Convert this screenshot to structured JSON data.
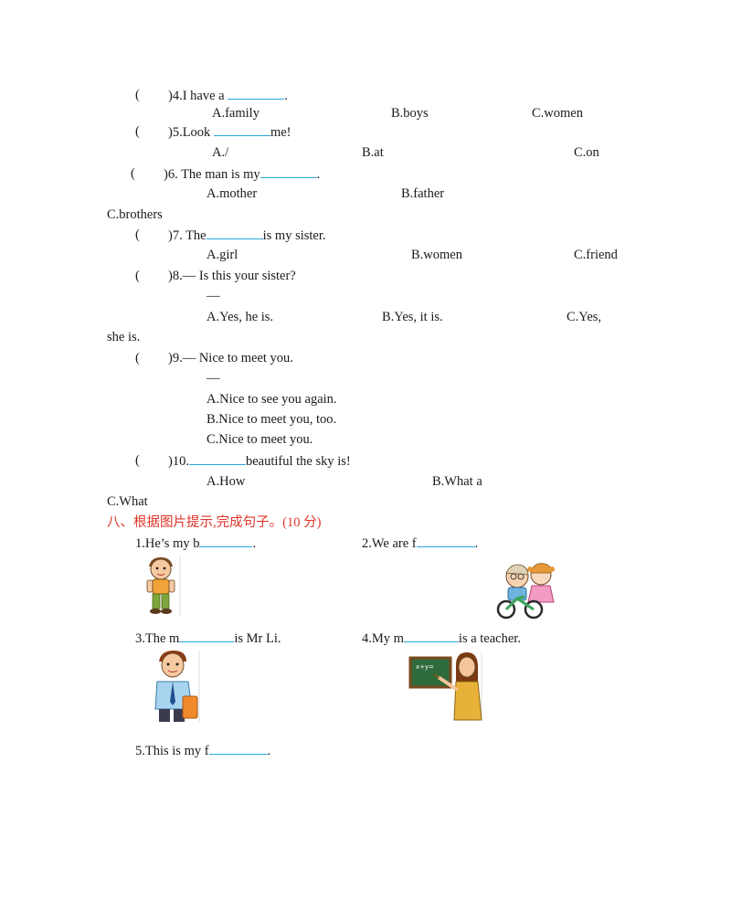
{
  "questions": {
    "q4": {
      "paren": "(",
      "num": ")4.I  have  a",
      "end": ".",
      "a": "A.family",
      "b": "B.boys",
      "c": "C.women"
    },
    "q5": {
      "paren": "(",
      "num": ")5.Look",
      "end": "me!",
      "a": "A./",
      "b": "B.at",
      "c": "C.on"
    },
    "q6": {
      "paren": "(",
      "num": ")6.  The  man  is  my",
      "end": ".",
      "a": "A.mother",
      "b": "B.father",
      "c": "C.brothers"
    },
    "q7": {
      "paren": "(",
      "num": ")7.  The",
      "end": "is  my  sister.",
      "a": "A.girl",
      "b": "B.women",
      "c": "C.friend"
    },
    "q8": {
      "paren": "(",
      "num": ")8.— Is  this  your  sister?",
      "dash": "—",
      "a": "A.Yes,  he  is.",
      "b": "B.Yes,  it  is.",
      "c1": "C.Yes,",
      "c2": "she  is."
    },
    "q9": {
      "paren": "(",
      "num": ")9.— Nice  to  meet  you.",
      "dash": "—",
      "a": "A.Nice  to  see  you  again.",
      "b": "B.Nice  to  meet  you,  too.",
      "c": "C.Nice  to  meet  you."
    },
    "q10": {
      "paren": "(",
      "num": ")10.",
      "end": "beautiful  the  sky  is!",
      "a": "A.How",
      "b": "B.What  a",
      "c": "C.What"
    }
  },
  "section8": {
    "heading": "八、根据图片提示,完成句子。(10 分)",
    "s1_pre": "1.He’s  my  b",
    "s1_end": ".",
    "s2_pre": "2.We  are  f",
    "s2_end": ".",
    "s3_pre": "3.The  m",
    "s3_end": "is  Mr  Li.",
    "s4_pre": "4.My  m",
    "s4_end": "is  a  teacher.",
    "s5_pre": "5.This  is  my  f",
    "s5_end": ".",
    "board_text": "x+y="
  }
}
